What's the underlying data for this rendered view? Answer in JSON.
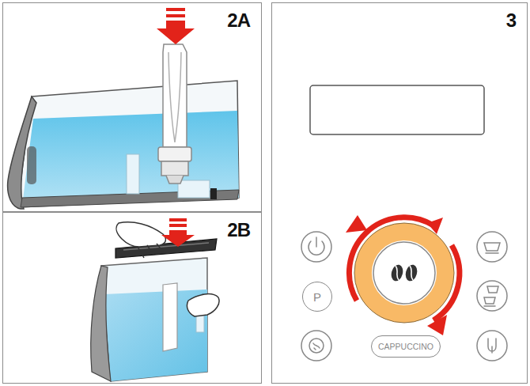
{
  "diagram": {
    "nodes": [
      {
        "text": [
          "2A"
        ]
      },
      {
        "text": [
          "2B"
        ]
      },
      {
        "text": [
          "3"
        ]
      },
      {
        "text": [
          "P"
        ],
        "in": 2
      },
      {
        "text": [
          "CAPPUCCINO"
        ],
        "in": 2
      }
    ],
    "labels": []
  }
}
